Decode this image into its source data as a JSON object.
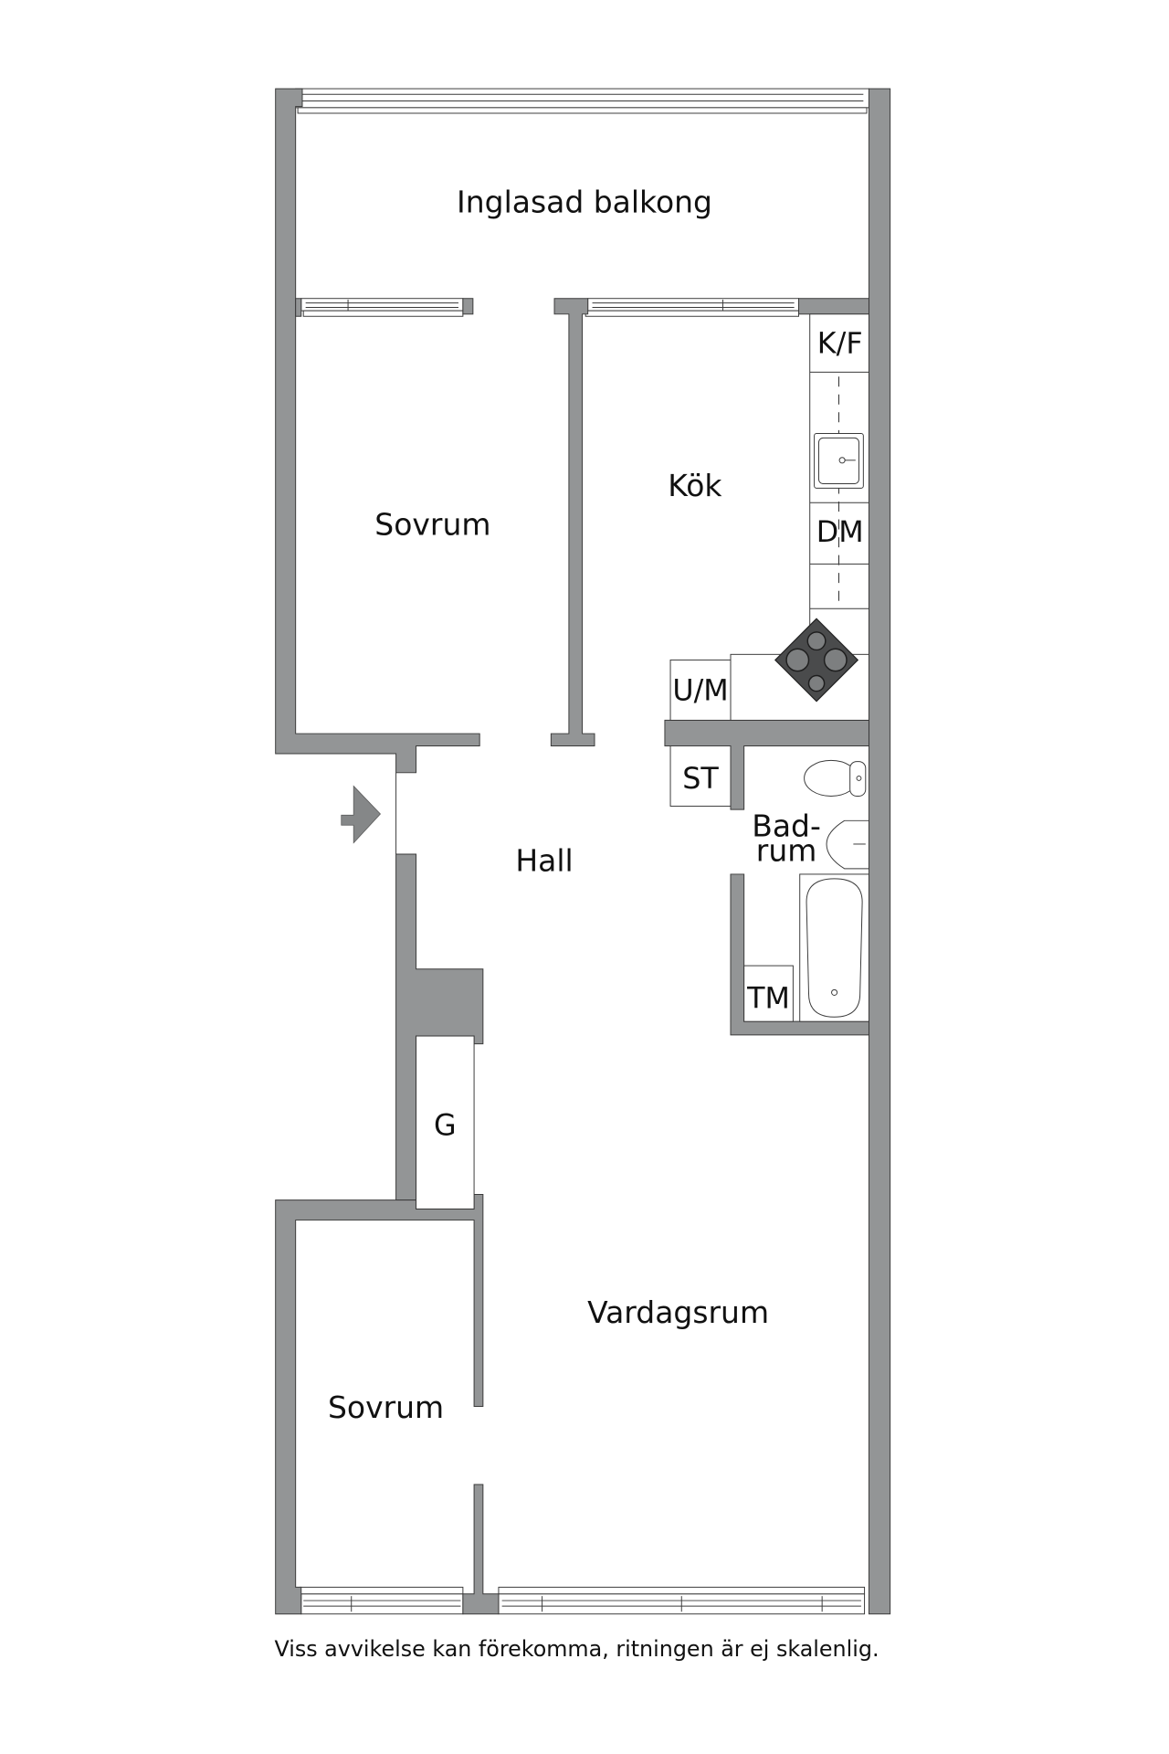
{
  "floorplan": {
    "rooms": {
      "balcony": "Inglasad balkong",
      "bedroom_top": "Sovrum",
      "kitchen": "Kök",
      "hall": "Hall",
      "bathroom_line1": "Bad-",
      "bathroom_line2": "rum",
      "living_room": "Vardagsrum",
      "bedroom_bottom": "Sovrum"
    },
    "fixtures": {
      "fridge_freezer": "K/F",
      "dishwasher": "DM",
      "oven_microwave": "U/M",
      "wardrobe": "ST",
      "washing_machine": "TM",
      "closet": "G"
    },
    "icons": {
      "entrance": "entrance-arrow-icon",
      "sink": "kitchen-sink-icon",
      "hob": "stove-hob-icon",
      "toilet": "toilet-icon",
      "basin": "wash-basin-icon",
      "bathtub": "bathtub-icon"
    },
    "colors": {
      "wall": "#939596",
      "outline": "#3a3a3a",
      "background": "#ffffff"
    }
  },
  "footer": {
    "disclaimer": "Viss avvikelse kan förekomma, ritningen är ej skalenlig."
  }
}
